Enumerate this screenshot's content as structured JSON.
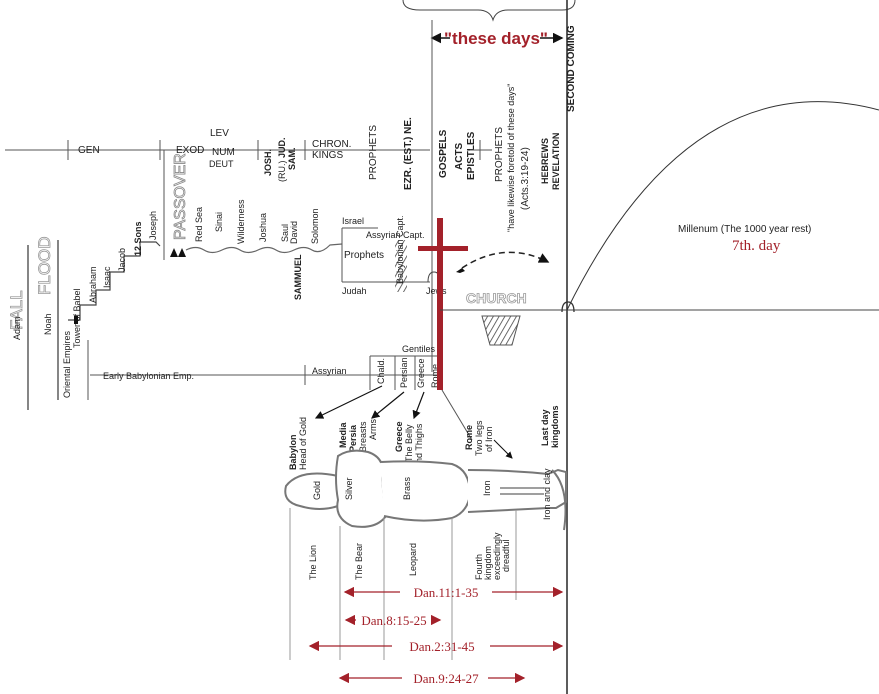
{
  "colors": {
    "red": "#a3212a",
    "line": "#333333",
    "gray": "#9a9a9a"
  },
  "header": {
    "these_days": "\"these days\"",
    "second_coming": "SECOND COMING"
  },
  "books": {
    "gen": "GEN",
    "exod": "EXOD",
    "lev": "LEV",
    "num": "NUM",
    "deut": "DEUT",
    "josh": "JOSH.",
    "ru": "(RU.)",
    "jud": "JUD.",
    "sam": "SAM.",
    "chron": "CHRON.",
    "kings": "KINGS",
    "prophets": "PROPHETS",
    "ezr": "EZR. (EST.) NE.",
    "gospels": "GOSPELS",
    "acts": "ACTS",
    "epistles": "EPISTLES",
    "prophets2": "PROPHETS",
    "foretold": "\"have likewise foretold of these days\"",
    "acts_ref": "(Acts.3:19-24)",
    "hebrews": "HEBREWS",
    "revelation": "REVELATION"
  },
  "left": {
    "fall": "FALL",
    "flood": "FLOOD",
    "adam": "Adam",
    "noah": "Noah",
    "tower": "Tower of Babel",
    "abraham": "Abraham",
    "isaac": "Isaac",
    "jacob": "Jacob",
    "sons": "12 Sons",
    "joseph": "Joseph",
    "passover": "PASSOVER",
    "red_sea": "Red Sea",
    "sinai": "Sinai",
    "wilderness": "Wilderness",
    "joshua": "Joshua",
    "saul": "Saul",
    "david": "David",
    "solomon": "Solomon",
    "samuel": "SAMMUEL",
    "israel": "Israel",
    "assyrian_capt": "Assyrian Capt.",
    "prophets": "Prophets",
    "judah": "Judah",
    "babylonian_capt": "Babylonian Capt.",
    "jews": "Jews",
    "church": "CHURCH",
    "oriental": "Oriental Empires",
    "early_bab": "Early Babylonian Emp.",
    "assyrian": "Assyrian",
    "gentiles": "Gentiles",
    "chald": "Chald.",
    "persian": "Persian",
    "greece": "Greece",
    "rome": "Rome"
  },
  "millenium": {
    "label": "Millenum (The 1000 year rest)",
    "day": "7th. day"
  },
  "statue": {
    "babylon": "Babylon",
    "head_gold": "Head of Gold",
    "media": "Media",
    "persia": "Persia",
    "breasts": "Breasts",
    "arms": "Arms",
    "greece": "Greece",
    "belly": "The Belly",
    "thighs": "and Thighs",
    "rome": "Rome",
    "two_legs": "Two legs",
    "of_iron": "of Iron",
    "last_day": "Last day",
    "kingdoms": "kingdoms",
    "gold": "Gold",
    "silver": "Silver",
    "brass": "Brass",
    "iron": "Iron",
    "iron_clay": "Iron and clay"
  },
  "beasts": {
    "lion": "The Lion",
    "bear": "The Bear",
    "leopard": "Leopard",
    "fourth1": "Fourth",
    "fourth2": "kingdom",
    "fourth3": "exceedingly",
    "fourth4": "dreadful"
  },
  "dan": {
    "r1": "Dan.11:1-35",
    "r2": "Dan.8:15-25",
    "r3": "Dan.2:31-45",
    "r4": "Dan.9:24-27"
  }
}
